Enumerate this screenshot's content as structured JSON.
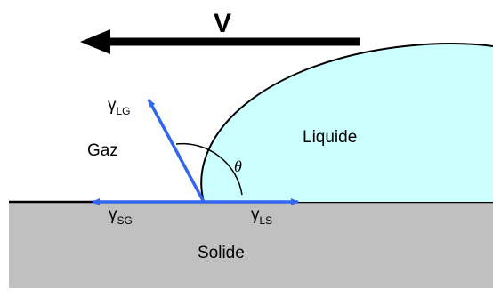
{
  "labels": {
    "velocity": "V",
    "gas": "Gaz",
    "liquid": "Liquide",
    "solid": "Solide",
    "angle": "θ"
  },
  "tensions": {
    "liquid_gas": {
      "symbol": "γ",
      "subscript": "LG"
    },
    "solid_gas": {
      "symbol": "γ",
      "subscript": "SG"
    },
    "liquid_solid": {
      "symbol": "γ",
      "subscript": "LS"
    }
  },
  "colors": {
    "solid": "#c0c0c0",
    "liquid": "#ccffff",
    "vector": "#3366ee",
    "outline": "#000000"
  }
}
